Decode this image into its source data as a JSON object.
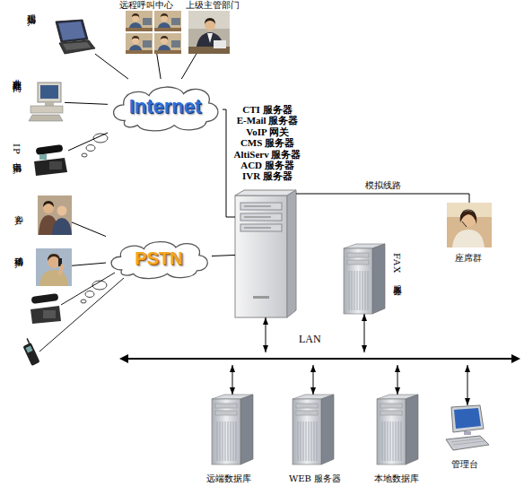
{
  "diagram": {
    "nodes": [
      {
        "text": [
          "远程呼叫中心"
        ]
      },
      {
        "text": [
          "上级主管部门"
        ]
      },
      {
        "text": [
          "远程用户"
        ]
      },
      {
        "text": [
          "Internet"
        ]
      },
      {
        "text": [
          "业务处理部门"
        ]
      },
      {
        "text": [
          "CTI 服务器",
          "E-Mail 服务器",
          "VoIP 网关",
          "CMS 服务器",
          "AltiServ 服务器",
          "ACD 服务器",
          "IVR 服务器"
        ]
      },
      {
        "text": [
          "IP电话用户"
        ]
      },
      {
        "text": [
          "座席群"
        ]
      },
      {
        "text": [
          "客户"
        ]
      },
      {
        "text": [
          "PSTN"
        ]
      },
      {
        "text": [
          "FAX 服务器"
        ]
      },
      {
        "text": [
          "移动用户"
        ]
      },
      {
        "text": [
          "LAN"
        ]
      },
      {
        "text": [
          "远端数据库"
        ]
      },
      {
        "text": [
          "WEB 服务器"
        ]
      },
      {
        "text": [
          "本地数据库"
        ]
      },
      {
        "text": [
          "管理台"
        ]
      }
    ],
    "edges": [
      {
        "from": 2,
        "to": 3,
        "arrow": "none"
      },
      {
        "from": 0,
        "to": 3,
        "arrow": "none"
      },
      {
        "from": 1,
        "to": 3,
        "arrow": "none"
      },
      {
        "from": 4,
        "to": 3,
        "arrow": "none"
      },
      {
        "from": 6,
        "to": 3,
        "arrow": "none"
      },
      {
        "from": 3,
        "to": 5,
        "arrow": "none"
      },
      {
        "from": 8,
        "to": 9,
        "arrow": "none"
      },
      {
        "from": 11,
        "to": 9,
        "arrow": "none"
      },
      {
        "from": 9,
        "to": 5,
        "arrow": "none"
      },
      {
        "from": 5,
        "to": 7,
        "label": "模拟线路",
        "arrow": "none"
      },
      {
        "from": 5,
        "to": 12,
        "arrow": "both"
      },
      {
        "from": 10,
        "to": 12,
        "arrow": "both"
      },
      {
        "from": 12,
        "to": 13,
        "arrow": "both"
      },
      {
        "from": 12,
        "to": 14,
        "arrow": "both"
      },
      {
        "from": 12,
        "to": 15,
        "arrow": "both"
      },
      {
        "from": 12,
        "to": 16,
        "arrow": "both"
      }
    ]
  }
}
